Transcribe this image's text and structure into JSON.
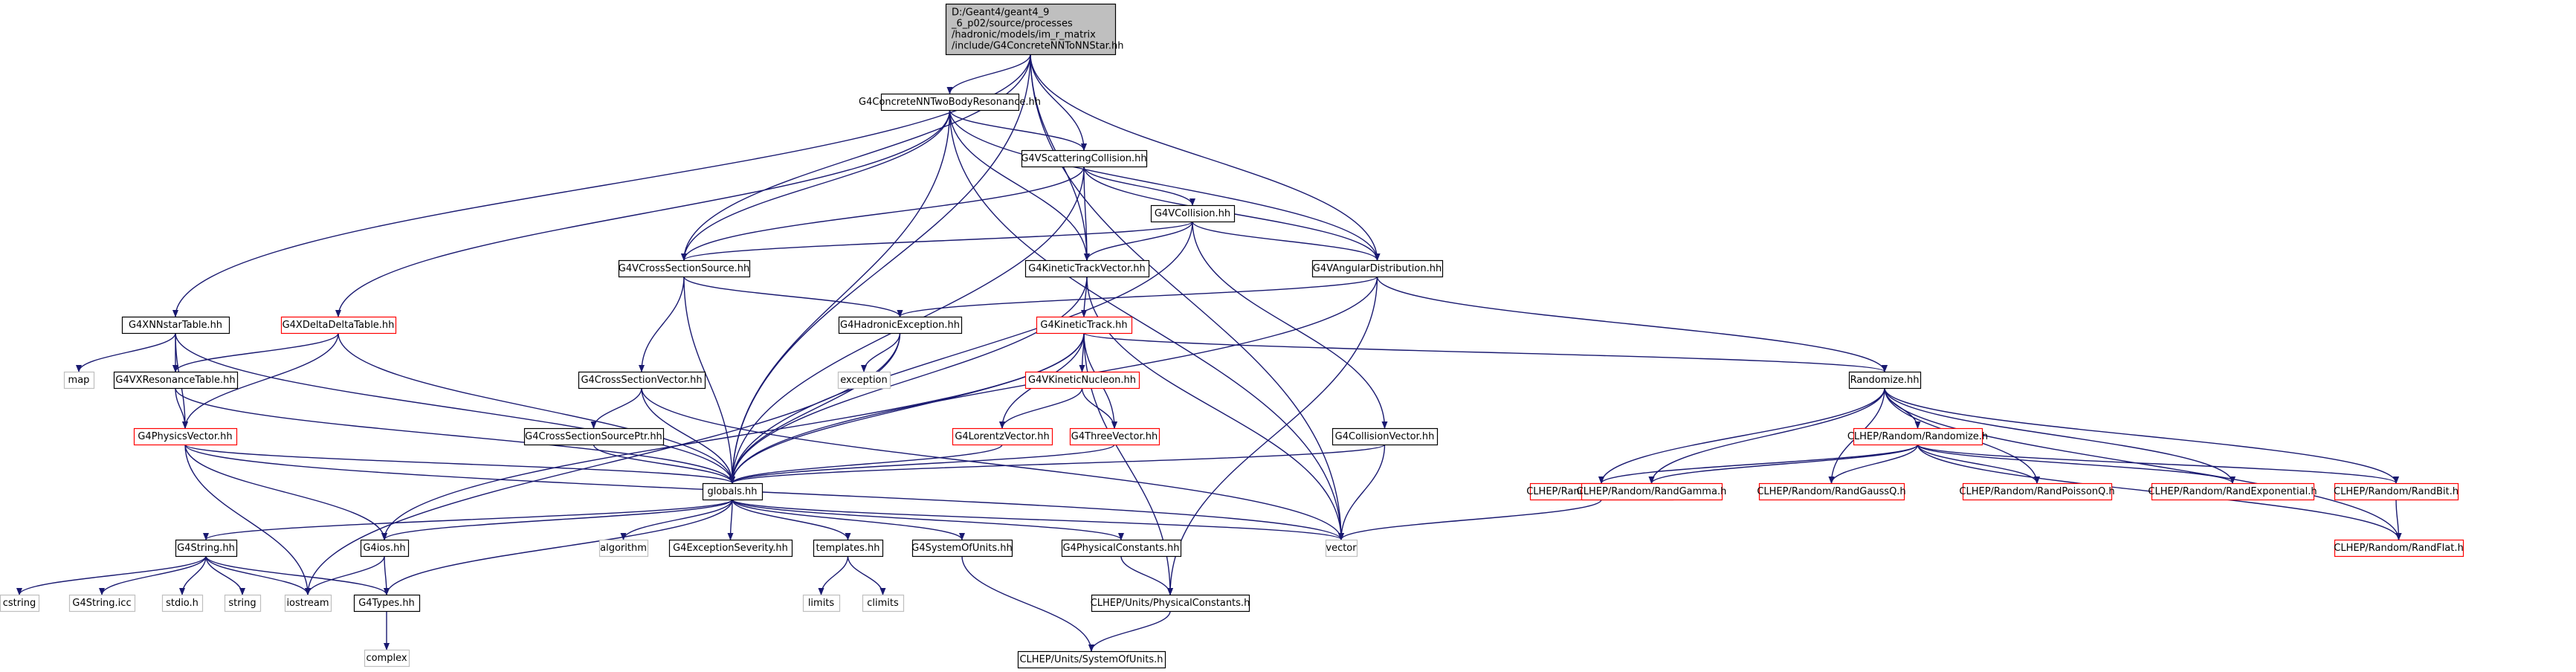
{
  "colors": {
    "edge": "#191970",
    "node_border": "#000000",
    "node_border_unresolved": "#bfbfbf",
    "node_border_truncated": "#ff0000",
    "root_fill": "#bfbfbf",
    "node_fill": "#ffffff"
  },
  "nodes": [
    {
      "id": "root",
      "lines": [
        "D:/Geant4/geant4_9",
        "_6_p02/source/processes",
        "/hadronic/models/im_r_matrix",
        "/include/G4ConcreteNNToNNStar.hh"
      ],
      "style": "root"
    },
    {
      "id": "n_ctbr",
      "lines": [
        "G4ConcreteNNTwoBodyResonance.hh"
      ],
      "style": "normal"
    },
    {
      "id": "n_vsc",
      "lines": [
        "G4VScatteringCollision.hh"
      ],
      "style": "normal"
    },
    {
      "id": "n_vcoll",
      "lines": [
        "G4VCollision.hh"
      ],
      "style": "normal"
    },
    {
      "id": "n_vcss",
      "lines": [
        "G4VCrossSectionSource.hh"
      ],
      "style": "normal"
    },
    {
      "id": "n_ktv",
      "lines": [
        "G4KineticTrackVector.hh"
      ],
      "style": "normal"
    },
    {
      "id": "n_vad",
      "lines": [
        "G4VAngularDistribution.hh"
      ],
      "style": "normal"
    },
    {
      "id": "n_xnns",
      "lines": [
        "G4XNNstarTable.hh"
      ],
      "style": "normal"
    },
    {
      "id": "n_xdd",
      "lines": [
        "G4XDeltaDeltaTable.hh"
      ],
      "style": "truncated"
    },
    {
      "id": "n_hexc",
      "lines": [
        "G4HadronicException.hh"
      ],
      "style": "normal"
    },
    {
      "id": "n_kt",
      "lines": [
        "G4KineticTrack.hh"
      ],
      "style": "truncated"
    },
    {
      "id": "n_rand",
      "lines": [
        "Randomize.hh"
      ],
      "style": "normal"
    },
    {
      "id": "n_map",
      "lines": [
        "map"
      ],
      "style": "unresolved"
    },
    {
      "id": "n_vxrt",
      "lines": [
        "G4VXResonanceTable.hh"
      ],
      "style": "normal"
    },
    {
      "id": "n_exception",
      "lines": [
        "exception"
      ],
      "style": "unresolved"
    },
    {
      "id": "n_csv",
      "lines": [
        "G4CrossSectionVector.hh"
      ],
      "style": "normal"
    },
    {
      "id": "n_vkn",
      "lines": [
        "G4VKineticNucleon.hh"
      ],
      "style": "truncated"
    },
    {
      "id": "n_clhep_rand_h",
      "lines": [
        "CLHEP/Random/Randomize.h"
      ],
      "style": "truncated"
    },
    {
      "id": "n_pv",
      "lines": [
        "G4PhysicsVector.hh"
      ],
      "style": "truncated"
    },
    {
      "id": "n_cssp",
      "lines": [
        "G4CrossSectionSourcePtr.hh"
      ],
      "style": "normal"
    },
    {
      "id": "n_lv",
      "lines": [
        "G4LorentzVector.hh"
      ],
      "style": "truncated"
    },
    {
      "id": "n_tv",
      "lines": [
        "G4ThreeVector.hh"
      ],
      "style": "truncated"
    },
    {
      "id": "n_collv",
      "lines": [
        "G4CollisionVector.hh"
      ],
      "style": "normal"
    },
    {
      "id": "n_globals",
      "lines": [
        "globals.hh"
      ],
      "style": "normal"
    },
    {
      "id": "n_rgen",
      "lines": [
        "CLHEP/Random/RandGeneral.h"
      ],
      "style": "truncated"
    },
    {
      "id": "n_rgam",
      "lines": [
        "CLHEP/Random/RandGamma.h"
      ],
      "style": "truncated"
    },
    {
      "id": "n_rgq",
      "lines": [
        "CLHEP/Random/RandGaussQ.h"
      ],
      "style": "truncated"
    },
    {
      "id": "n_rpq",
      "lines": [
        "CLHEP/Random/RandPoissonQ.h"
      ],
      "style": "truncated"
    },
    {
      "id": "n_rexp",
      "lines": [
        "CLHEP/Random/RandExponential.h"
      ],
      "style": "truncated"
    },
    {
      "id": "n_rbit",
      "lines": [
        "CLHEP/Random/RandBit.h"
      ],
      "style": "truncated"
    },
    {
      "id": "n_vector",
      "lines": [
        "vector"
      ],
      "style": "unresolved"
    },
    {
      "id": "n_rflat",
      "lines": [
        "CLHEP/Random/RandFlat.h"
      ],
      "style": "truncated"
    },
    {
      "id": "n_g4string",
      "lines": [
        "G4String.hh"
      ],
      "style": "normal"
    },
    {
      "id": "n_g4ios",
      "lines": [
        "G4ios.hh"
      ],
      "style": "normal"
    },
    {
      "id": "n_algorithm",
      "lines": [
        "algorithm"
      ],
      "style": "unresolved"
    },
    {
      "id": "n_g4es",
      "lines": [
        "G4ExceptionSeverity.hh"
      ],
      "style": "normal"
    },
    {
      "id": "n_templates",
      "lines": [
        "templates.hh"
      ],
      "style": "normal"
    },
    {
      "id": "n_g4sou",
      "lines": [
        "G4SystemOfUnits.hh"
      ],
      "style": "normal"
    },
    {
      "id": "n_g4pc",
      "lines": [
        "G4PhysicalConstants.hh"
      ],
      "style": "normal"
    },
    {
      "id": "n_cstring",
      "lines": [
        "cstring"
      ],
      "style": "unresolved"
    },
    {
      "id": "n_g4stricc",
      "lines": [
        "G4String.icc"
      ],
      "style": "unresolved"
    },
    {
      "id": "n_stdio",
      "lines": [
        "stdio.h"
      ],
      "style": "unresolved"
    },
    {
      "id": "n_string",
      "lines": [
        "string"
      ],
      "style": "unresolved"
    },
    {
      "id": "n_iostream",
      "lines": [
        "iostream"
      ],
      "style": "unresolved"
    },
    {
      "id": "n_g4types",
      "lines": [
        "G4Types.hh"
      ],
      "style": "normal"
    },
    {
      "id": "n_limits",
      "lines": [
        "limits"
      ],
      "style": "unresolved"
    },
    {
      "id": "n_climits",
      "lines": [
        "climits"
      ],
      "style": "unresolved"
    },
    {
      "id": "n_clhep_pc",
      "lines": [
        "CLHEP/Units/PhysicalConstants.h"
      ],
      "style": "normal"
    },
    {
      "id": "n_complex",
      "lines": [
        "complex"
      ],
      "style": "unresolved"
    },
    {
      "id": "n_clhep_sou",
      "lines": [
        "CLHEP/Units/SystemOfUnits.h"
      ],
      "style": "normal"
    }
  ],
  "edges": [
    [
      "root",
      "n_ctbr"
    ],
    [
      "root",
      "n_vsc"
    ],
    [
      "root",
      "n_vcss"
    ],
    [
      "root",
      "n_ktv"
    ],
    [
      "root",
      "n_vad"
    ],
    [
      "root",
      "n_xnns"
    ],
    [
      "root",
      "n_globals"
    ],
    [
      "root",
      "n_vector"
    ],
    [
      "n_ctbr",
      "n_vsc"
    ],
    [
      "n_ctbr",
      "n_vcss"
    ],
    [
      "n_ctbr",
      "n_ktv"
    ],
    [
      "n_ctbr",
      "n_vad"
    ],
    [
      "n_ctbr",
      "n_xdd"
    ],
    [
      "n_ctbr",
      "n_globals"
    ],
    [
      "n_ctbr",
      "n_vector"
    ],
    [
      "n_vsc",
      "n_vcoll"
    ],
    [
      "n_vsc",
      "n_vcss"
    ],
    [
      "n_vsc",
      "n_ktv"
    ],
    [
      "n_vsc",
      "n_vad"
    ],
    [
      "n_vsc",
      "n_globals"
    ],
    [
      "n_vcoll",
      "n_vcss"
    ],
    [
      "n_vcoll",
      "n_ktv"
    ],
    [
      "n_vcoll",
      "n_vad"
    ],
    [
      "n_vcoll",
      "n_collv"
    ],
    [
      "n_vcoll",
      "n_globals"
    ],
    [
      "n_vcss",
      "n_hexc"
    ],
    [
      "n_vcss",
      "n_csv"
    ],
    [
      "n_vcss",
      "n_globals"
    ],
    [
      "n_ktv",
      "n_kt"
    ],
    [
      "n_ktv",
      "n_globals"
    ],
    [
      "n_ktv",
      "n_vector"
    ],
    [
      "n_vad",
      "n_hexc"
    ],
    [
      "n_vad",
      "n_rand"
    ],
    [
      "n_vad",
      "n_globals"
    ],
    [
      "n_vad",
      "n_clhep_pc"
    ],
    [
      "n_xnns",
      "n_map"
    ],
    [
      "n_xnns",
      "n_vxrt"
    ],
    [
      "n_xnns",
      "n_pv"
    ],
    [
      "n_xnns",
      "n_globals"
    ],
    [
      "n_xdd",
      "n_vxrt"
    ],
    [
      "n_xdd",
      "n_pv"
    ],
    [
      "n_xdd",
      "n_globals"
    ],
    [
      "n_hexc",
      "n_exception"
    ],
    [
      "n_hexc",
      "n_globals"
    ],
    [
      "n_hexc",
      "n_iostream"
    ],
    [
      "n_kt",
      "n_vkn"
    ],
    [
      "n_kt",
      "n_lv"
    ],
    [
      "n_kt",
      "n_tv"
    ],
    [
      "n_kt",
      "n_globals"
    ],
    [
      "n_kt",
      "n_g4ios"
    ],
    [
      "n_kt",
      "n_rand"
    ],
    [
      "n_kt",
      "n_clhep_pc"
    ],
    [
      "n_vkn",
      "n_lv"
    ],
    [
      "n_vkn",
      "n_tv"
    ],
    [
      "n_vxrt",
      "n_pv"
    ],
    [
      "n_vxrt",
      "n_globals"
    ],
    [
      "n_csv",
      "n_cssp"
    ],
    [
      "n_csv",
      "n_globals"
    ],
    [
      "n_csv",
      "n_vector"
    ],
    [
      "n_pv",
      "n_globals"
    ],
    [
      "n_pv",
      "n_g4ios"
    ],
    [
      "n_pv",
      "n_iostream"
    ],
    [
      "n_pv",
      "n_vector"
    ],
    [
      "n_cssp",
      "n_globals"
    ],
    [
      "n_lv",
      "n_globals"
    ],
    [
      "n_tv",
      "n_globals"
    ],
    [
      "n_collv",
      "n_globals"
    ],
    [
      "n_collv",
      "n_vector"
    ],
    [
      "n_rand",
      "n_clhep_rand_h"
    ],
    [
      "n_rand",
      "n_rgen"
    ],
    [
      "n_rand",
      "n_rgam"
    ],
    [
      "n_rand",
      "n_rgq"
    ],
    [
      "n_rand",
      "n_rpq"
    ],
    [
      "n_rand",
      "n_rexp"
    ],
    [
      "n_rand",
      "n_rbit"
    ],
    [
      "n_rand",
      "n_rflat"
    ],
    [
      "n_clhep_rand_h",
      "n_rgen"
    ],
    [
      "n_clhep_rand_h",
      "n_rgam"
    ],
    [
      "n_clhep_rand_h",
      "n_rgq"
    ],
    [
      "n_clhep_rand_h",
      "n_rpq"
    ],
    [
      "n_clhep_rand_h",
      "n_rexp"
    ],
    [
      "n_clhep_rand_h",
      "n_rbit"
    ],
    [
      "n_clhep_rand_h",
      "n_rflat"
    ],
    [
      "n_rgen",
      "n_vector"
    ],
    [
      "n_rbit",
      "n_rflat"
    ],
    [
      "n_globals",
      "n_g4string"
    ],
    [
      "n_globals",
      "n_g4ios"
    ],
    [
      "n_globals",
      "n_algorithm"
    ],
    [
      "n_globals",
      "n_g4es"
    ],
    [
      "n_globals",
      "n_templates"
    ],
    [
      "n_globals",
      "n_g4sou"
    ],
    [
      "n_globals",
      "n_g4pc"
    ],
    [
      "n_globals",
      "n_vector"
    ],
    [
      "n_globals",
      "n_g4types"
    ],
    [
      "n_g4string",
      "n_cstring"
    ],
    [
      "n_g4string",
      "n_g4stricc"
    ],
    [
      "n_g4string",
      "n_stdio"
    ],
    [
      "n_g4string",
      "n_string"
    ],
    [
      "n_g4string",
      "n_iostream"
    ],
    [
      "n_g4string",
      "n_g4types"
    ],
    [
      "n_g4ios",
      "n_iostream"
    ],
    [
      "n_g4ios",
      "n_g4types"
    ],
    [
      "n_templates",
      "n_limits"
    ],
    [
      "n_templates",
      "n_climits"
    ],
    [
      "n_g4sou",
      "n_clhep_sou"
    ],
    [
      "n_g4pc",
      "n_clhep_pc"
    ],
    [
      "n_clhep_pc",
      "n_clhep_sou"
    ],
    [
      "n_g4types",
      "n_complex"
    ]
  ]
}
